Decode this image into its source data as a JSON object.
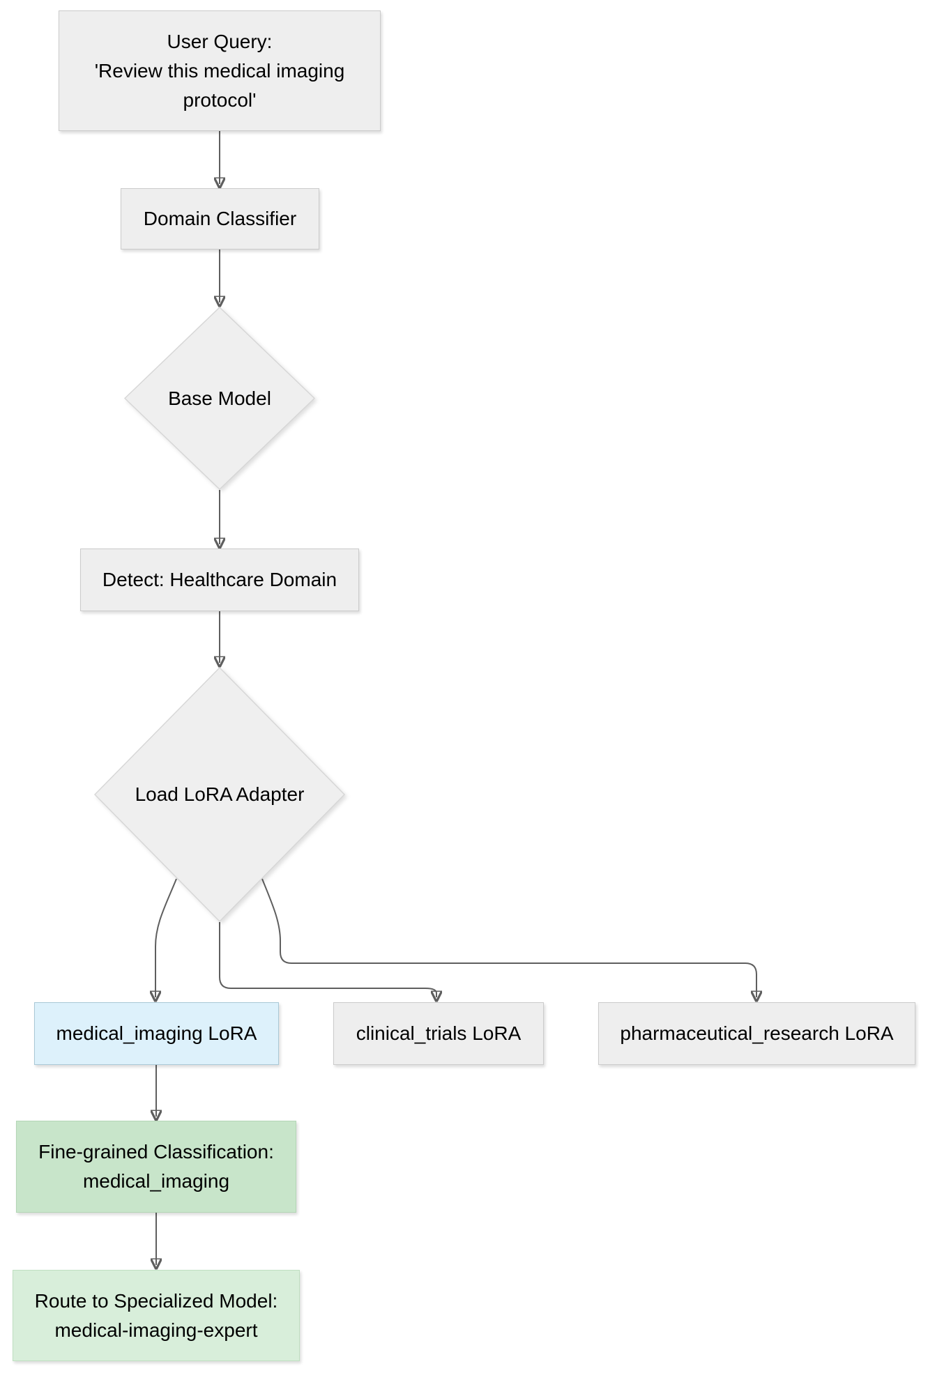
{
  "diagram": {
    "type": "flowchart",
    "direction": "top-down",
    "background": "#ffffff",
    "arrow_color": "#5e5e5e",
    "nodes": {
      "user_query": {
        "shape": "rect",
        "lines": [
          "User Query:",
          "'Review this medical imaging",
          "protocol'"
        ],
        "fill": "#eeeeee",
        "border": "#cbcbcb",
        "text_color": "#000000"
      },
      "domain_classifier": {
        "shape": "rect",
        "label": "Domain Classifier",
        "fill": "#eeeeee",
        "border": "#cbcbcb",
        "text_color": "#000000"
      },
      "base_model": {
        "shape": "diamond",
        "label": "Base Model",
        "fill": "#efefef",
        "border": "#d6d6d6",
        "text_color": "#000000"
      },
      "detect_healthcare": {
        "shape": "rect",
        "label": "Detect: Healthcare Domain",
        "fill": "#eeeeee",
        "border": "#cbcbcb",
        "text_color": "#000000"
      },
      "load_lora_adapter": {
        "shape": "diamond",
        "label": "Load LoRA Adapter",
        "fill": "#efefef",
        "border": "#d6d6d6",
        "text_color": "#000000"
      },
      "medical_imaging_lora": {
        "shape": "rect",
        "label": "medical_imaging LoRA",
        "fill": "#ddf1fb",
        "border": "#a9c8d6",
        "text_color": "#000000"
      },
      "clinical_trials_lora": {
        "shape": "rect",
        "label": "clinical_trials LoRA",
        "fill": "#eeeeee",
        "border": "#cbcbcb",
        "text_color": "#000000"
      },
      "pharmaceutical_research_lora": {
        "shape": "rect",
        "label": "pharmaceutical_research LoRA",
        "fill": "#eeeeee",
        "border": "#cbcbcb",
        "text_color": "#000000"
      },
      "fine_grained_classification": {
        "shape": "rect",
        "lines": [
          "Fine-grained Classification:",
          "medical_imaging"
        ],
        "fill": "#c8e5ca",
        "border": "#b4d6b6",
        "text_color": "#000000"
      },
      "route_to_specialized_model": {
        "shape": "rect",
        "lines": [
          "Route to Specialized Model:",
          "medical-imaging-expert"
        ],
        "fill": "#d8eeda",
        "border": "#bfdfc1",
        "text_color": "#000000"
      }
    },
    "edges": [
      {
        "from": "user_query",
        "to": "domain_classifier"
      },
      {
        "from": "domain_classifier",
        "to": "base_model"
      },
      {
        "from": "base_model",
        "to": "detect_healthcare"
      },
      {
        "from": "detect_healthcare",
        "to": "load_lora_adapter"
      },
      {
        "from": "load_lora_adapter",
        "to": "medical_imaging_lora"
      },
      {
        "from": "load_lora_adapter",
        "to": "clinical_trials_lora"
      },
      {
        "from": "load_lora_adapter",
        "to": "pharmaceutical_research_lora"
      },
      {
        "from": "medical_imaging_lora",
        "to": "fine_grained_classification"
      },
      {
        "from": "fine_grained_classification",
        "to": "route_to_specialized_model"
      }
    ]
  }
}
